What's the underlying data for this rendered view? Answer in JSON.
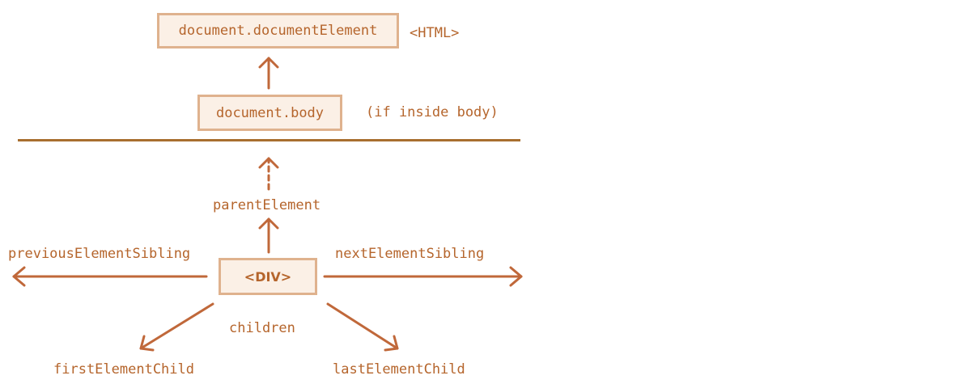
{
  "colors": {
    "arrow": "#c0683a",
    "text": "#b5652c",
    "box_fill": "#fbf0e6",
    "box_border": "#dfb28e",
    "divider": "#a86f2f"
  },
  "nodes": {
    "document_element": "document.documentElement",
    "body": "document.body",
    "div": "<DIV>"
  },
  "labels": {
    "html_tag": "<HTML>",
    "if_inside_body": "(if inside body)",
    "parent_element": "parentElement",
    "previous_element_sibling": "previousElementSibling",
    "next_element_sibling": "nextElementSibling",
    "children": "children",
    "first_element_child": "firstElementChild",
    "last_element_child": "lastElementChild"
  }
}
